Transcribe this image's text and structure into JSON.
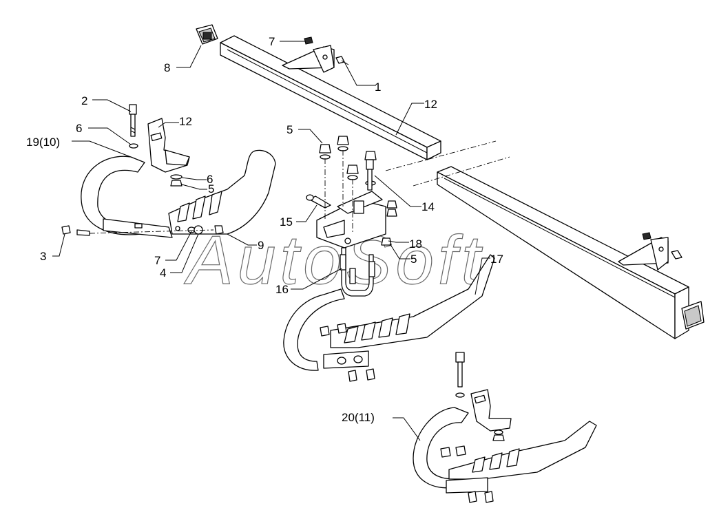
{
  "diagram": {
    "callouts": {
      "c1": "1",
      "c2": "2",
      "c3": "3",
      "c4": "4",
      "c5a": "5",
      "c5b": "5",
      "c5c": "5",
      "c6a": "6",
      "c6b": "6",
      "c7a": "7",
      "c7b": "7",
      "c8": "8",
      "c9": "9",
      "c12a": "12",
      "c12b": "12",
      "c14": "14",
      "c15": "15",
      "c16": "16",
      "c17": "17",
      "c18": "18",
      "c19": "19(10)",
      "c20": "20(11)"
    },
    "watermark": "AutoSoft"
  }
}
